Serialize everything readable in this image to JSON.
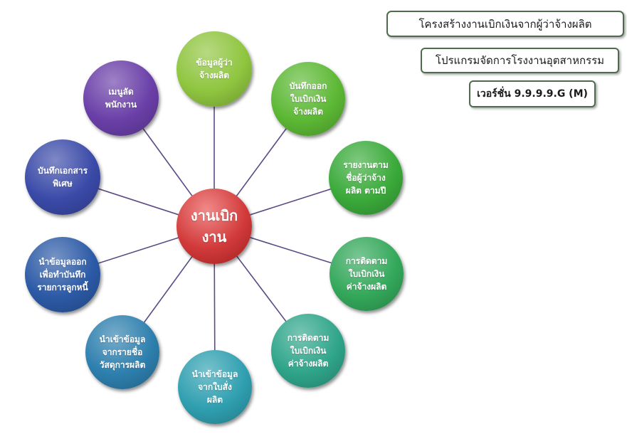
{
  "header": {
    "title": "โครงสร้างงานเบิกเงินจากผู้ว่าจ้างผลิต",
    "program": "โปรแกรมจัดการโรงงานอุตสาหกรรม",
    "version": "เวอร์ชั่น 9.9.9.9.G (M)"
  },
  "diagram": {
    "center": "งานเบิก\nงาน",
    "nodes": [
      {
        "label": "ข้อมูลผู้ว่า\nจ้างผลิต",
        "color": "#8fc53f"
      },
      {
        "label": "บันทึกออก\nใบเบิกเงิน\nจ้างผลิต",
        "color": "#5cb834"
      },
      {
        "label": "รายงานตาม\nชื่อผู้ว่าจ้าง\nผลิต ตามปี",
        "color": "#3aaa3a"
      },
      {
        "label": "การติดตาม\nใบเบิกเงิน\nค่าจ้างผลิต",
        "color": "#33a85a"
      },
      {
        "label": "การติดตาม\nใบเบิกเงิน\nค่าจ้างผลิต",
        "color": "#2fa58a"
      },
      {
        "label": "นำเข้าข้อมูล\nจากใบสั่ง\nผลิต",
        "color": "#2f9fb0"
      },
      {
        "label": "นำเข้าข้อมูล\nจากรายชื่อ\nวัสดุการผลิต",
        "color": "#2d7fae"
      },
      {
        "label": "นำข้อมูลออก\nเพื่อทำบันทึก\nรายการลูกหนี้",
        "color": "#2c5aa6"
      },
      {
        "label": "บันทึกเอกสาร\nพิเศษ",
        "color": "#3a4aa8"
      },
      {
        "label": "เมนูลัด\nพนักงาน",
        "color": "#6a3fa8"
      }
    ]
  }
}
